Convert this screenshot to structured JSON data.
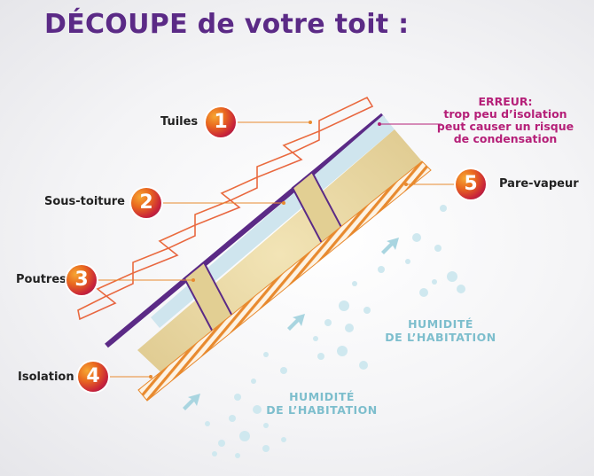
{
  "title": "DÉCOUPE de votre toit :",
  "layers": [
    {
      "number": "1",
      "label": "Tuiles"
    },
    {
      "number": "2",
      "label": "Sous-toiture"
    },
    {
      "number": "3",
      "label": "Poutres"
    },
    {
      "number": "4",
      "label": "Isolation"
    },
    {
      "number": "5",
      "label": "Pare-vapeur"
    }
  ],
  "error": {
    "heading": "ERREUR:",
    "line1": "trop peu d’isolation",
    "line2": "peut causer un risque",
    "line3": "de condensation"
  },
  "humidity": {
    "line1": "HUMIDITÉ",
    "line2": "DE L’HABITATION"
  },
  "colors": {
    "title": "#5b2a86",
    "membrane": "#5b2a86",
    "tiles": "#b51f78",
    "tiles_lower": "#f39c2d",
    "error_text": "#b51f78",
    "humidity": "#7dbecd",
    "insulation": "#e9d9a0",
    "gap": "#cfe5ee"
  }
}
